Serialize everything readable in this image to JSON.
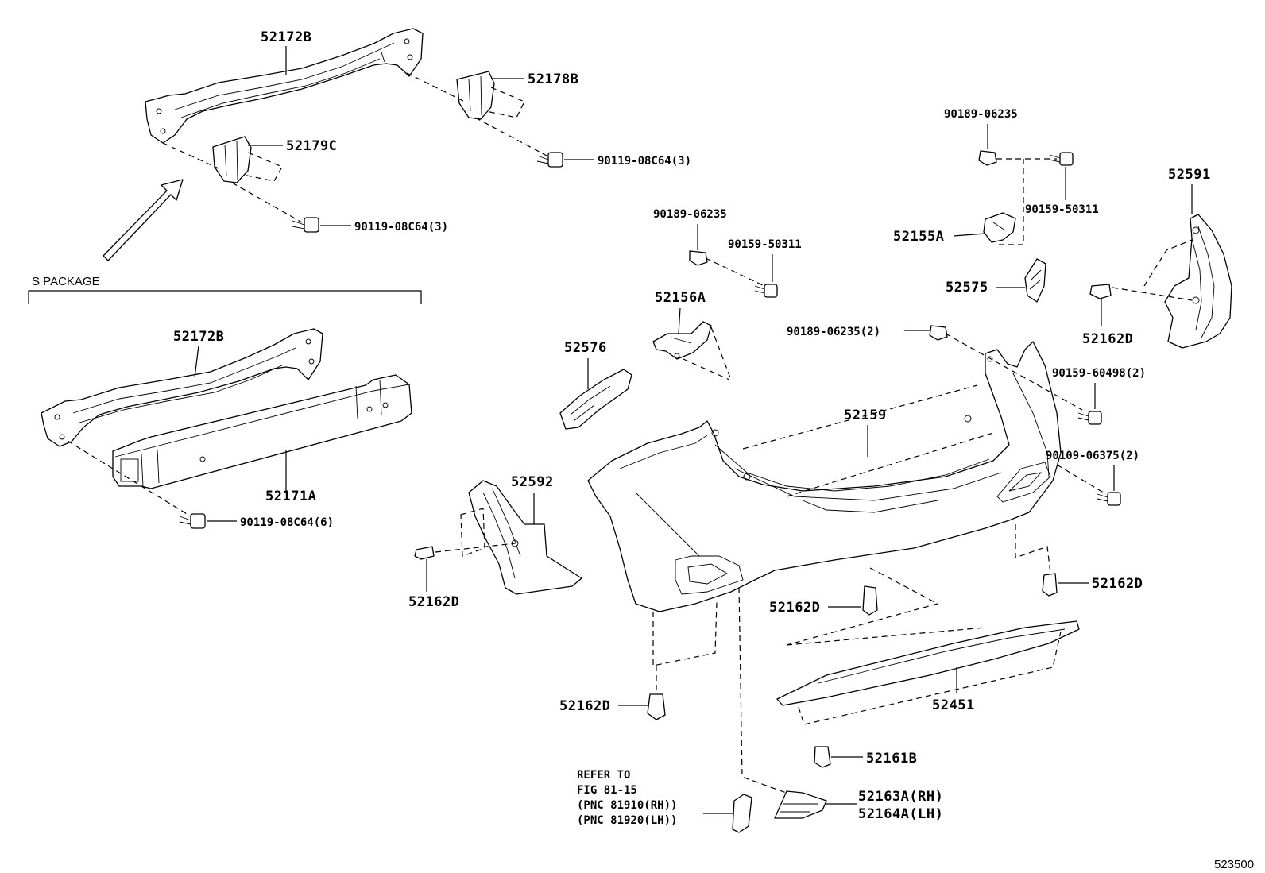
{
  "labels": {
    "p52172B_top": "52172B",
    "p52178B": "52178B",
    "p52179C": "52179C",
    "p90119_top_right": "90119-08C64(3)",
    "p90119_top_left": "90119-08C64(3)",
    "s_package": "S PACKAGE",
    "p52172B_pkg": "52172B",
    "p52171A": "52171A",
    "p90119_pkg": "90119-08C64(6)",
    "p90189_mid": "90189-06235",
    "p90159_mid": "90159-50311",
    "p52156A": "52156A",
    "p52576": "52576",
    "p90189_top": "90189-06235",
    "p90159_top": "90159-50311",
    "p52155A": "52155A",
    "p52575": "52575",
    "p52591": "52591",
    "p52162D_right_upper": "52162D",
    "p90189_two": "90189-06235(2)",
    "p90159_60498": "90159-60498(2)",
    "p90109_06375": "90109-06375(2)",
    "p52159": "52159",
    "p52592": "52592",
    "p52162D_left": "52162D",
    "p52162D_right_lower": "52162D",
    "p52162D_center": "52162D",
    "p52162D_bottom": "52162D",
    "p52451": "52451",
    "p52161B": "52161B",
    "p52163A": "52163A(RH)",
    "p52164A": "52164A(LH)",
    "refer_line1": "REFER TO",
    "refer_line2": "FIG 81-15",
    "refer_line3": "(PNC 81910(RH))",
    "refer_line4": "(PNC 81920(LH))",
    "diagram_id": "523500"
  }
}
